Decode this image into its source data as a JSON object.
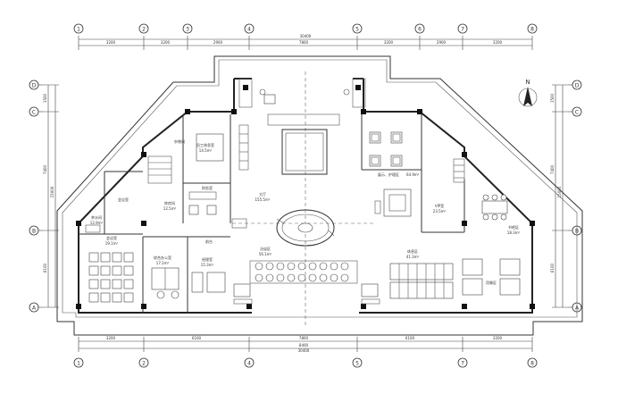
{
  "grid": {
    "columns": [
      "1",
      "2",
      "3",
      "4",
      "5",
      "6",
      "7",
      "8"
    ],
    "rows": [
      "D",
      "C",
      "B",
      "A"
    ]
  },
  "dimensions": {
    "top_segments": [
      "3200",
      "3200",
      "2900",
      "7800",
      "3200",
      "2900",
      "3200"
    ],
    "top_total": "30400",
    "bottom_segments": [
      "3200",
      "6100",
      "7800",
      "6100",
      "3200"
    ],
    "bottom_mid": "8400",
    "bottom_total": "30400",
    "left_segments": [
      "1500",
      "7400",
      "6100"
    ],
    "left_total": "15000",
    "right_segments": [
      "1500",
      "7400",
      "6100"
    ],
    "right_total": "15000"
  },
  "north": "N",
  "rooms": {
    "lobby": {
      "name": "大厅",
      "area": "155.5m²"
    },
    "waiting": {
      "name": "洽谈区",
      "area": "56.1m²"
    },
    "exhibit": {
      "name": "展示、护理区",
      "area": "64.9m²"
    },
    "staff_rest": {
      "name": "员工休息室",
      "area": "14.5m²"
    },
    "finance": {
      "name": "财务室",
      "area": ""
    },
    "storage": {
      "name": "库房间",
      "area": "12.5m²"
    },
    "network": {
      "name": "会议室",
      "area": ""
    },
    "general_office": {
      "name": "综合办公室",
      "area": "17.2m²"
    },
    "meeting": {
      "name": "会议室",
      "area": "19.1m²"
    },
    "manager": {
      "name": "经理室",
      "area": "15.3m²"
    },
    "vip": {
      "name": "VIP室",
      "area": "23.5m²"
    },
    "storage2": {
      "name": "杂物间",
      "area": ""
    },
    "reception": {
      "name": "前台",
      "area": ""
    },
    "rest_area": {
      "name": "休息区",
      "area": "41.3m²"
    },
    "dining": {
      "name": "用餐区",
      "area": ""
    },
    "lounge": {
      "name": "书吧区",
      "area": "18.3m²"
    },
    "tea": {
      "name": "茶水间",
      "area": "12.9m²"
    }
  }
}
